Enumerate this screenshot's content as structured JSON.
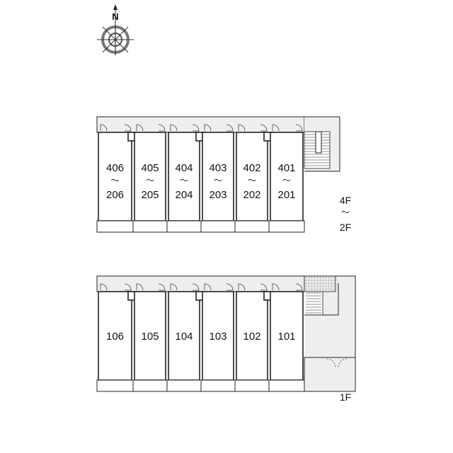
{
  "compass": {
    "north_label": "N",
    "icon": "compass-rose-icon"
  },
  "upper_floors": {
    "floor_range": {
      "from": "4F",
      "sep": "〜",
      "to": "2F"
    },
    "units": [
      {
        "top": "406",
        "sep": "〜",
        "bottom": "206"
      },
      {
        "top": "405",
        "sep": "〜",
        "bottom": "205"
      },
      {
        "top": "404",
        "sep": "〜",
        "bottom": "204"
      },
      {
        "top": "403",
        "sep": "〜",
        "bottom": "203"
      },
      {
        "top": "402",
        "sep": "〜",
        "bottom": "202"
      },
      {
        "top": "401",
        "sep": "〜",
        "bottom": "201"
      }
    ]
  },
  "ground_floor": {
    "floor_label": "1F",
    "units": [
      "106",
      "105",
      "104",
      "103",
      "102",
      "101"
    ]
  },
  "colors": {
    "line": "#222222",
    "corridor": "#eeeeee",
    "hatch": "#9a9a9a"
  }
}
